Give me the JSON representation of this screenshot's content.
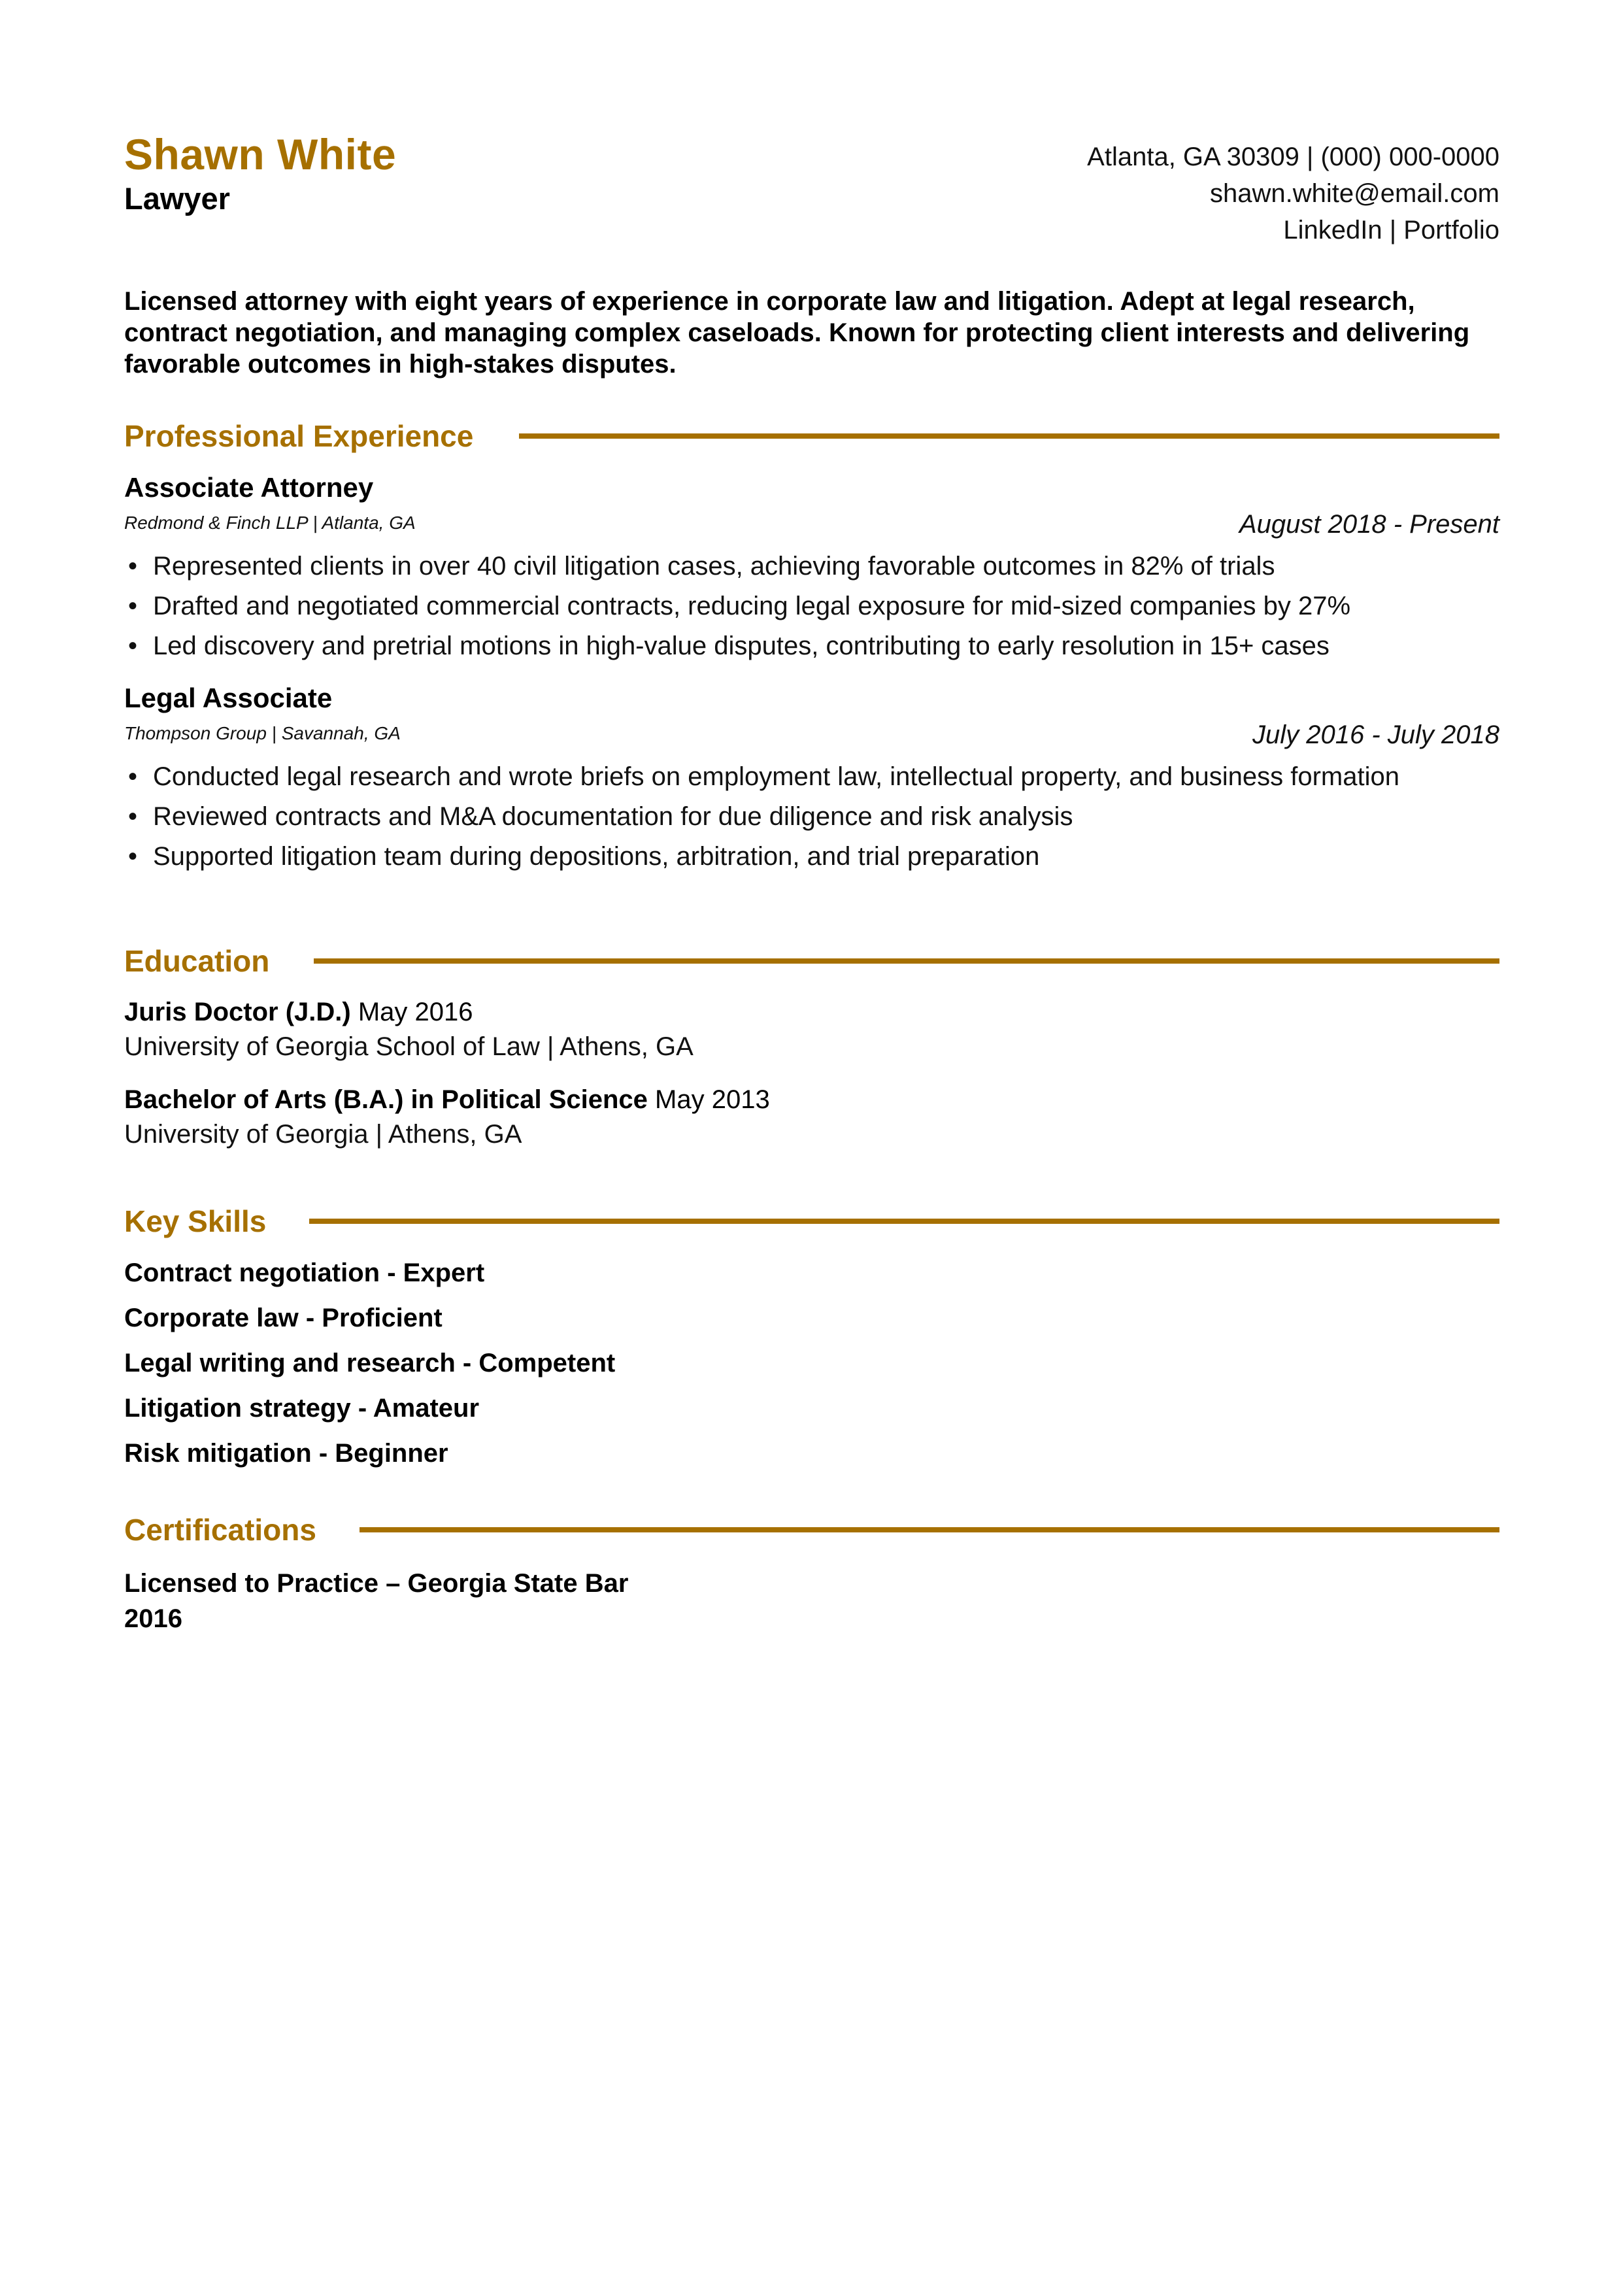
{
  "header": {
    "name": "Shawn White",
    "title": "Lawyer",
    "contact": {
      "line1": "Atlanta, GA 30309 | (000) 000-0000",
      "email": "shawn.white@email.com",
      "linkedin": "LinkedIn",
      "separator": " | ",
      "portfolio": "Portfolio"
    }
  },
  "summary": "Licensed attorney with eight years of experience in corporate law and litigation. Adept at legal research, contract negotiation, and managing complex caseloads. Known for protecting client interests and delivering favorable outcomes in high-stakes disputes.",
  "sections": {
    "experience": "Professional Experience",
    "education": "Education",
    "skills": "Key Skills",
    "certifications": "Certifications"
  },
  "experience": [
    {
      "title": "Associate Attorney",
      "company": "Redmond & Finch LLP | Atlanta, GA",
      "dates": "August 2018 - Present",
      "bullets": [
        "Represented clients in over 40 civil litigation cases, achieving favorable outcomes in 82% of trials",
        "Drafted and negotiated commercial contracts, reducing legal exposure for mid-sized companies by 27%",
        "Led discovery and pretrial motions in high-value disputes, contributing to early resolution in 15+ cases"
      ]
    },
    {
      "title": "Legal Associate",
      "company": "Thompson Group | Savannah, GA",
      "dates": "July 2016 - July 2018",
      "bullets": [
        "Conducted legal research and wrote briefs on employment law, intellectual property, and business formation",
        "Reviewed contracts and M&A documentation for due diligence and risk analysis",
        "Supported litigation team during depositions, arbitration, and trial preparation"
      ]
    }
  ],
  "education": [
    {
      "degree": "Juris Doctor (J.D.)",
      "date": "May 2016",
      "school": "University of Georgia School of Law | Athens, GA"
    },
    {
      "degree": "Bachelor of Arts (B.A.) in Political Science",
      "date": "May 2013",
      "school": "University of Georgia | Athens, GA"
    }
  ],
  "skills": [
    "Contract negotiation - Expert",
    "Corporate law - Proficient",
    "Legal writing and research - Competent",
    "Litigation strategy - Amateur",
    "Risk mitigation - Beginner"
  ],
  "certifications": [
    {
      "name": "Licensed to Practice – Georgia State Bar",
      "year": "2016"
    }
  ],
  "colors": {
    "accent": "#A67000",
    "text": "#000000",
    "background": "#FFFFFF"
  }
}
